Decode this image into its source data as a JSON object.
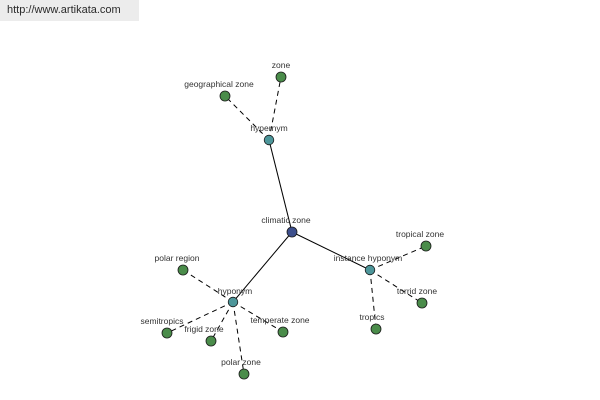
{
  "source_url": "http://www.artikata.com",
  "colors": {
    "root_node": "#3d4f8c",
    "relation_node": "#4d969a",
    "leaf_node": "#4a8c4a",
    "node_stroke": "#1a1a1a",
    "edge": "#000000"
  },
  "graph": {
    "root": "climatic zone",
    "relations": [
      {
        "id": "hypernym",
        "label": "hypernym",
        "terms": [
          "geographical zone",
          "zone"
        ]
      },
      {
        "id": "hyponym",
        "label": "hyponym",
        "terms": [
          "polar region",
          "semitropics",
          "frigid zone",
          "temperate zone",
          "polar zone"
        ]
      },
      {
        "id": "instance-hyponym",
        "label": "instance hyponym",
        "terms": [
          "tropical zone",
          "torrid zone",
          "tropics"
        ]
      }
    ]
  }
}
